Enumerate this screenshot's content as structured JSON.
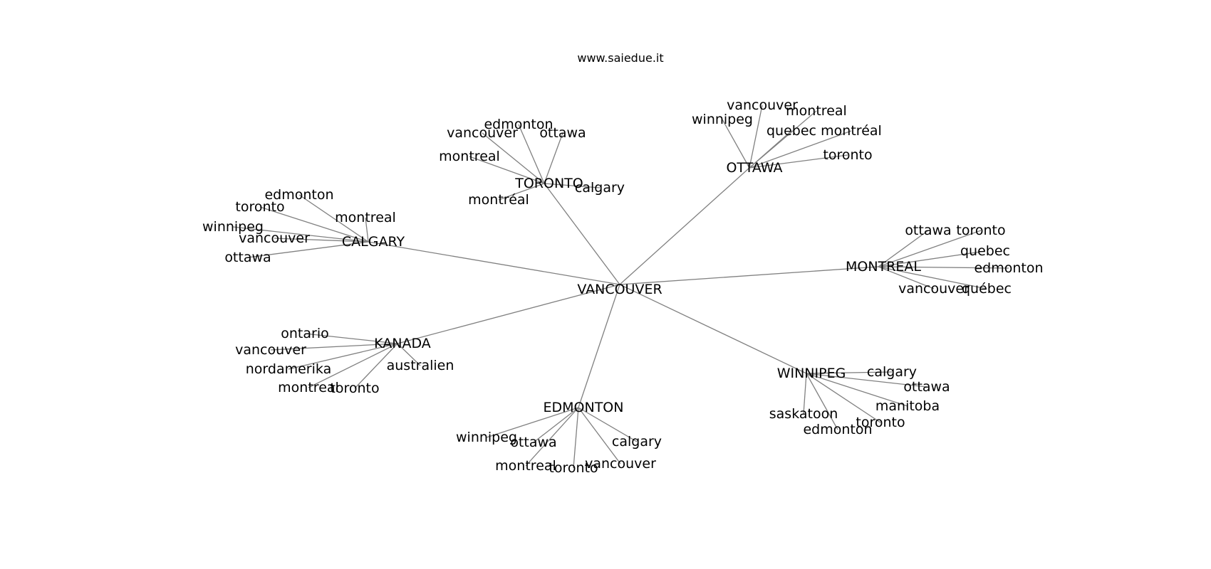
{
  "site_label": "www.saiedue.it",
  "root": "VANCOUVER",
  "hubs": [
    {
      "label": "TORONTO",
      "leaves": [
        "edmonton",
        "vancouver",
        "ottawa",
        "montreal",
        "calgary",
        "montréal"
      ]
    },
    {
      "label": "OTTAWA",
      "leaves": [
        "vancouver",
        "winnipeg",
        "montreal",
        "quebec",
        "montréal",
        "toronto"
      ]
    },
    {
      "label": "CALGARY",
      "leaves": [
        "edmonton",
        "toronto",
        "montreal",
        "winnipeg",
        "vancouver",
        "ottawa"
      ]
    },
    {
      "label": "MONTREAL",
      "leaves": [
        "ottawa",
        "toronto",
        "quebec",
        "edmonton",
        "vancouver",
        "québec"
      ]
    },
    {
      "label": "KANADA",
      "leaves": [
        "ontario",
        "vancouver",
        "australien",
        "nordamerika",
        "montreal",
        "toronto"
      ]
    },
    {
      "label": "WINNIPEG",
      "leaves": [
        "calgary",
        "ottawa",
        "manitoba",
        "saskatoon",
        "toronto",
        "edmonton"
      ]
    },
    {
      "label": "EDMONTON",
      "leaves": [
        "winnipeg",
        "ottawa",
        "calgary",
        "montreal",
        "toronto",
        "vancouver"
      ]
    }
  ]
}
